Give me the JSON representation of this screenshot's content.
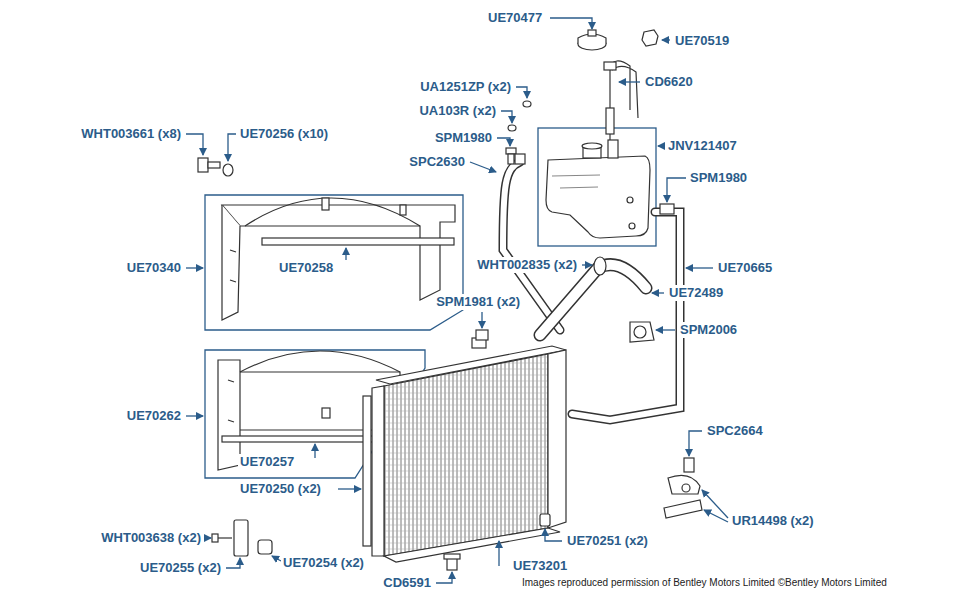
{
  "diagram": {
    "labels": [
      "UE70477",
      "UE70519",
      "CD6620",
      "UA1251ZP (x2)",
      "UA103R (x2)",
      "JNV121407",
      "WHT003661 (x8)",
      "UE70256 (x10)",
      "SPM1980",
      "SPC2630",
      "SPM1980",
      "UE70340",
      "UE70258",
      "WHT002835 (x2)",
      "UE70665",
      "UE72489",
      "SPM1981 (x2)",
      "SPM2006",
      "UE70262",
      "SPC2664",
      "UE70257",
      "UE70250 (x2)",
      "UR14498 (x2)",
      "WHT003638 (x2)",
      "UE70251 (x2)",
      "UE70255 (x2)",
      "UE70254 (x2)",
      "UE73201",
      "CD6591",
      "Images reproduced permission of Bentley Motors Limited ©Bentley Motors Limited"
    ]
  }
}
